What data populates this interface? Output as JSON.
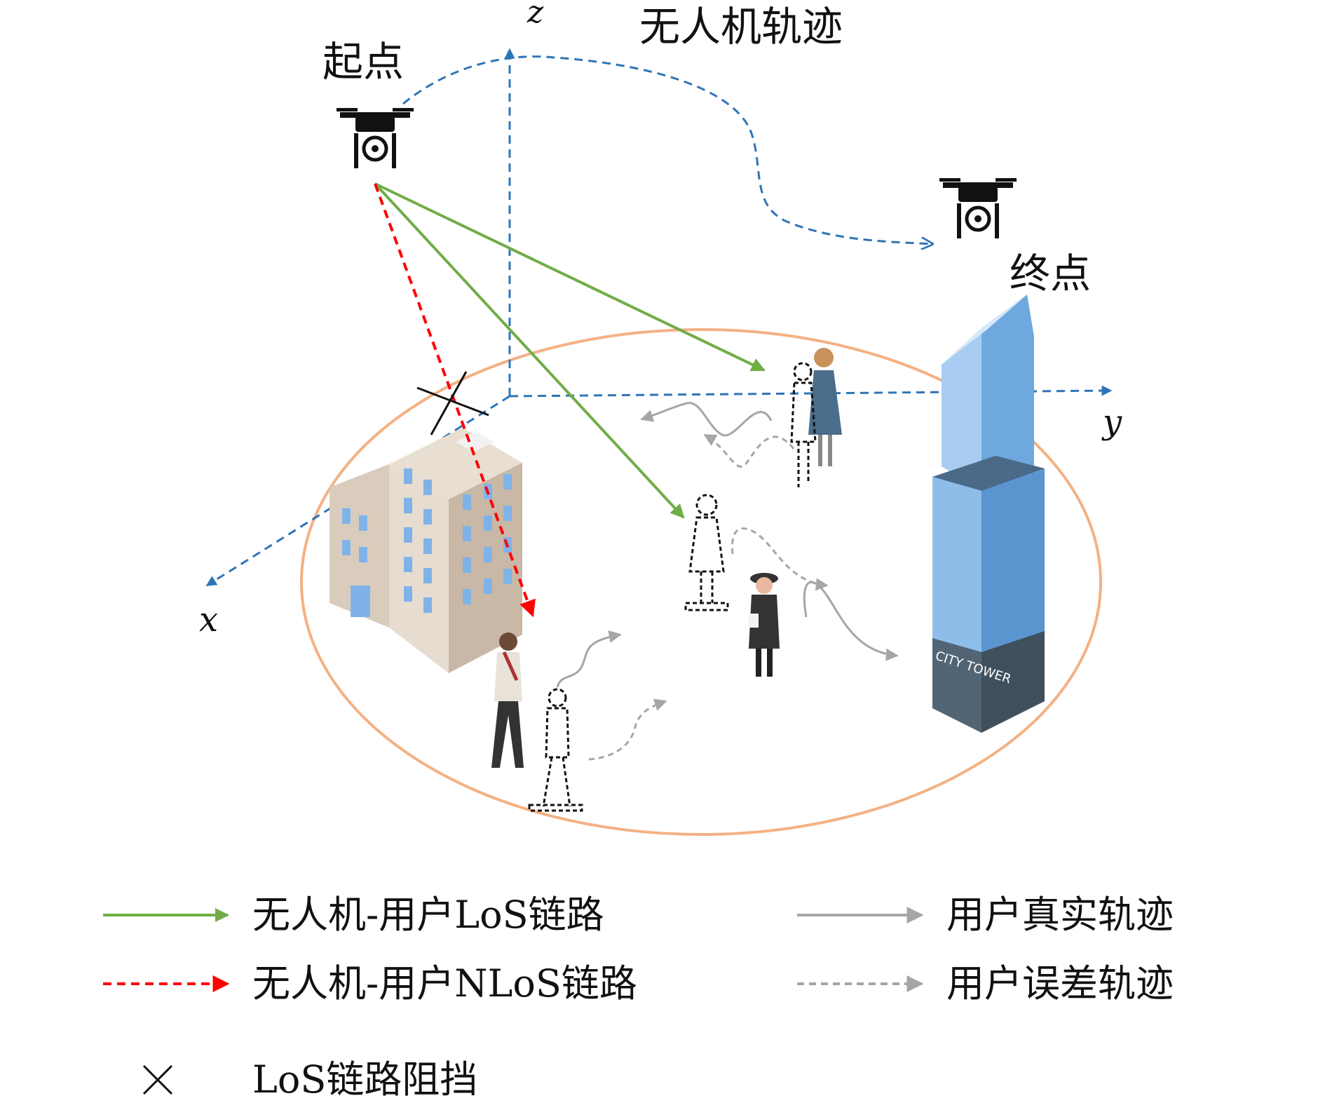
{
  "title": "无人机轨迹",
  "labels": {
    "start": "起点",
    "end": "终点",
    "axis_x": "x",
    "axis_y": "y",
    "axis_z": "z",
    "tower_sign": "CITY TOWER"
  },
  "legend": {
    "los_link": "无人机-用户LoS链路",
    "nlos_link": "无人机-用户NLoS链路",
    "blocked": "LoS链路阻挡",
    "true_traj": "用户真实轨迹",
    "error_traj": "用户误差轨迹"
  },
  "colors": {
    "los": "#70ad47",
    "nlos": "#ff0000",
    "axis": "#2e75b6",
    "trajectory": "#2e75b6",
    "coverage": "#f4b183",
    "user_true": "#a6a6a6",
    "user_error": "#a6a6a6"
  },
  "icons": {
    "uav": "drone-icon",
    "building": "office-building-icon",
    "tower": "city-tower-icon",
    "user": "pedestrian-icon"
  }
}
